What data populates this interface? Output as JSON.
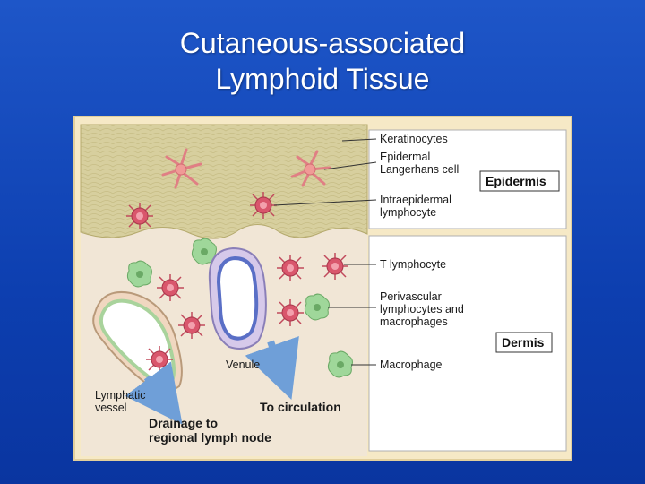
{
  "title": {
    "line1": "Cutaneous-associated",
    "line2": "Lymphoid Tissue"
  },
  "diagram": {
    "labels": {
      "keratinocytes": "Keratinocytes",
      "langerhans_line1": "Epidermal",
      "langerhans_line2": "Langerhans cell",
      "intraepidermal_line1": "Intraepidermal",
      "intraepidermal_line2": "lymphocyte",
      "t_lymphocyte": "T lymphocyte",
      "perivascular_line1": "Perivascular",
      "perivascular_line2": "lymphocytes and",
      "perivascular_line3": "macrophages",
      "macrophage": "Macrophage",
      "venule": "Venule",
      "lymphatic_line1": "Lymphatic",
      "lymphatic_line2": "vessel",
      "to_circulation": "To circulation",
      "drainage_line1": "Drainage to",
      "drainage_line2": "regional lymph node"
    },
    "boxes": {
      "epidermis": "Epidermis",
      "dermis": "Dermis"
    },
    "colors": {
      "background": "#1448c0",
      "epidermis": "#d8d1a2",
      "dermis": "#f1e6d6",
      "lymphocyte": "#d9566c",
      "langerhans": "#f09a96",
      "macrophage": "#9fd79a",
      "venule_wall": "#5a6fc6",
      "lymphatic_wall": "#a9d39c",
      "arrow": "#6f9fd8"
    }
  }
}
